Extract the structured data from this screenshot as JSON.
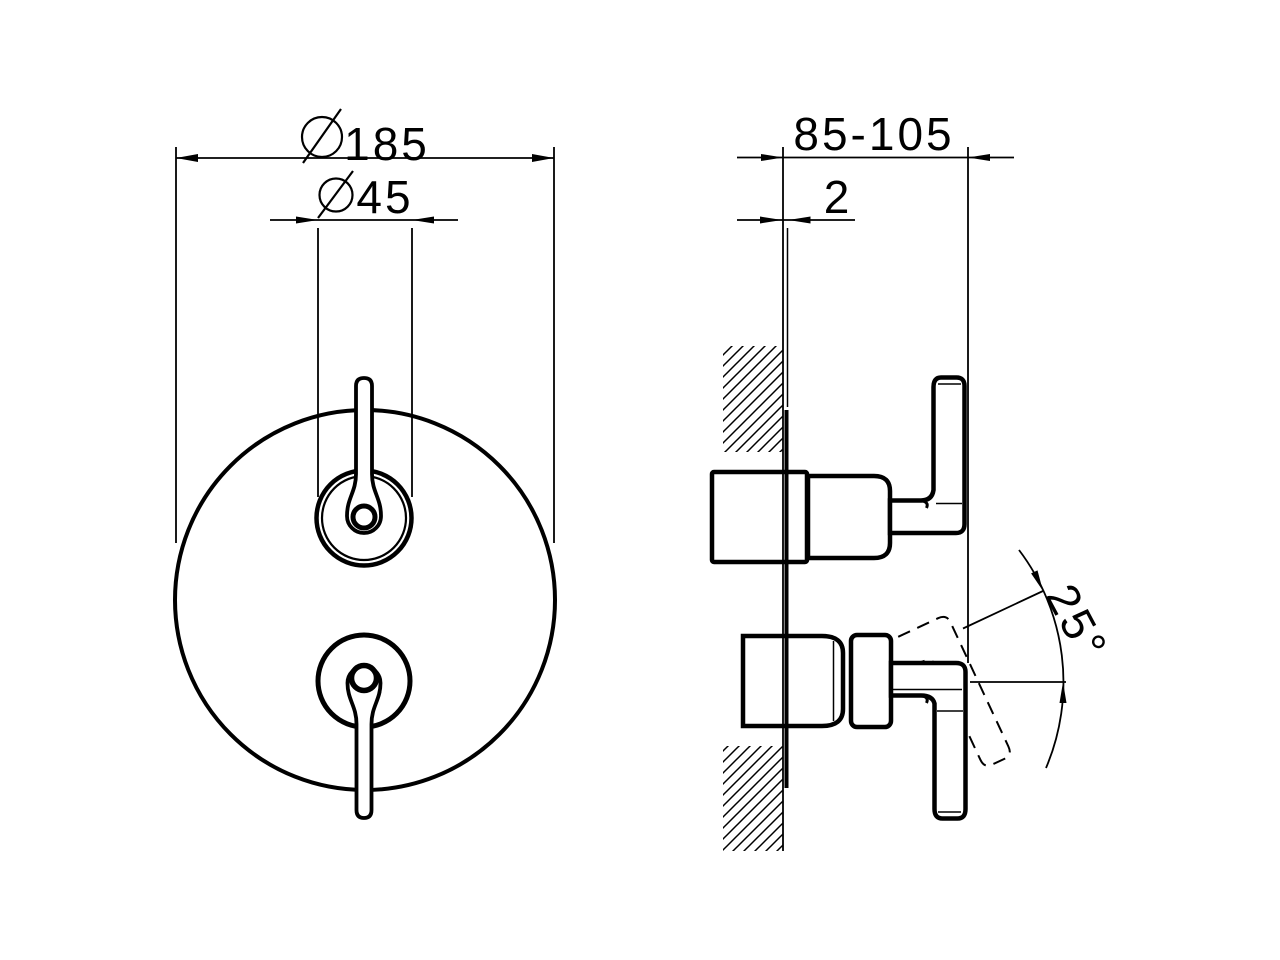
{
  "page": {
    "background": "#ffffff",
    "ink": "#000000",
    "description": "Technical dimension drawing of concealed two-handle shower mixer, front and side views"
  },
  "drawing": {
    "front_view": {
      "dimensions": {
        "plate_diameter": {
          "symbol": "Ø",
          "value": "185"
        },
        "hub_diameter": {
          "symbol": "Ø",
          "value": "45"
        }
      }
    },
    "side_view": {
      "dimensions": {
        "depth_range": "85-105",
        "plate_thickness": "2",
        "lever_angle": "25°"
      }
    }
  }
}
